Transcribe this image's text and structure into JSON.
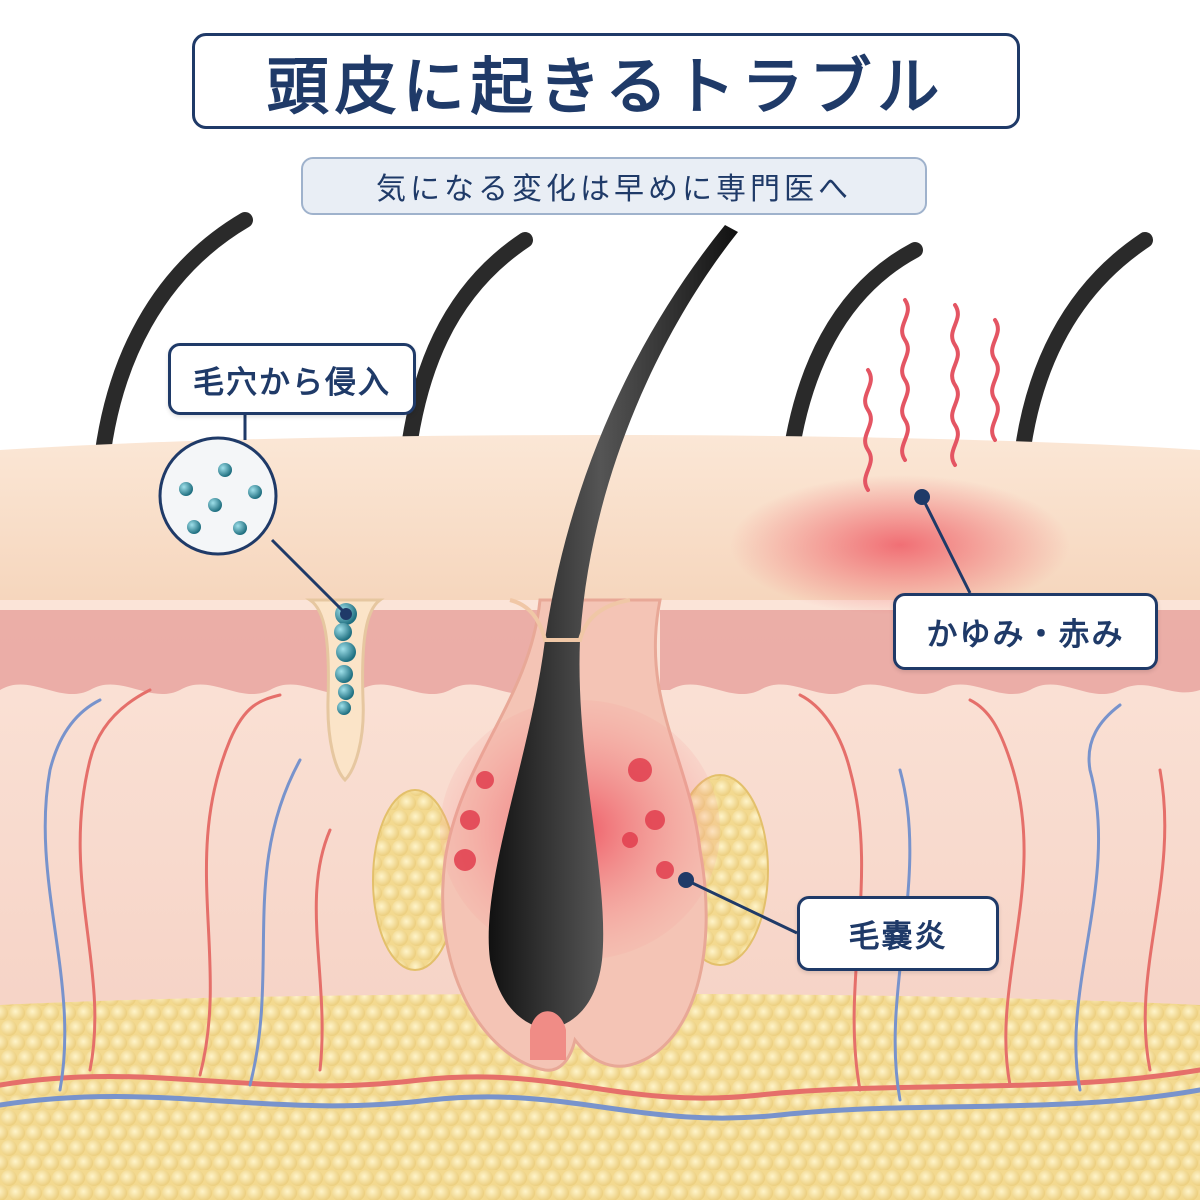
{
  "title": "頭皮に起きるトラブル",
  "subtitle": "気になる変化は早めに専門医へ",
  "callouts": {
    "pore_invasion": "毛穴から侵入",
    "itch_redness": "かゆみ・赤み",
    "folliculitis": "毛嚢炎"
  },
  "colors": {
    "navy": "#1f3a68",
    "epidermis": "#f7dcc4",
    "dermis": "#e9a7a2",
    "deep_dermis": "#f8dccd",
    "fat": "#f2dc98",
    "hair": "#222222",
    "artery": "#e56f6a",
    "vein": "#7893cc",
    "bacteria": "#3a8fa0",
    "inflammation": "#ee4b5a"
  },
  "icons": [
    "bacteria-icon",
    "heat-wave-icon",
    "hair-strand-icon"
  ]
}
